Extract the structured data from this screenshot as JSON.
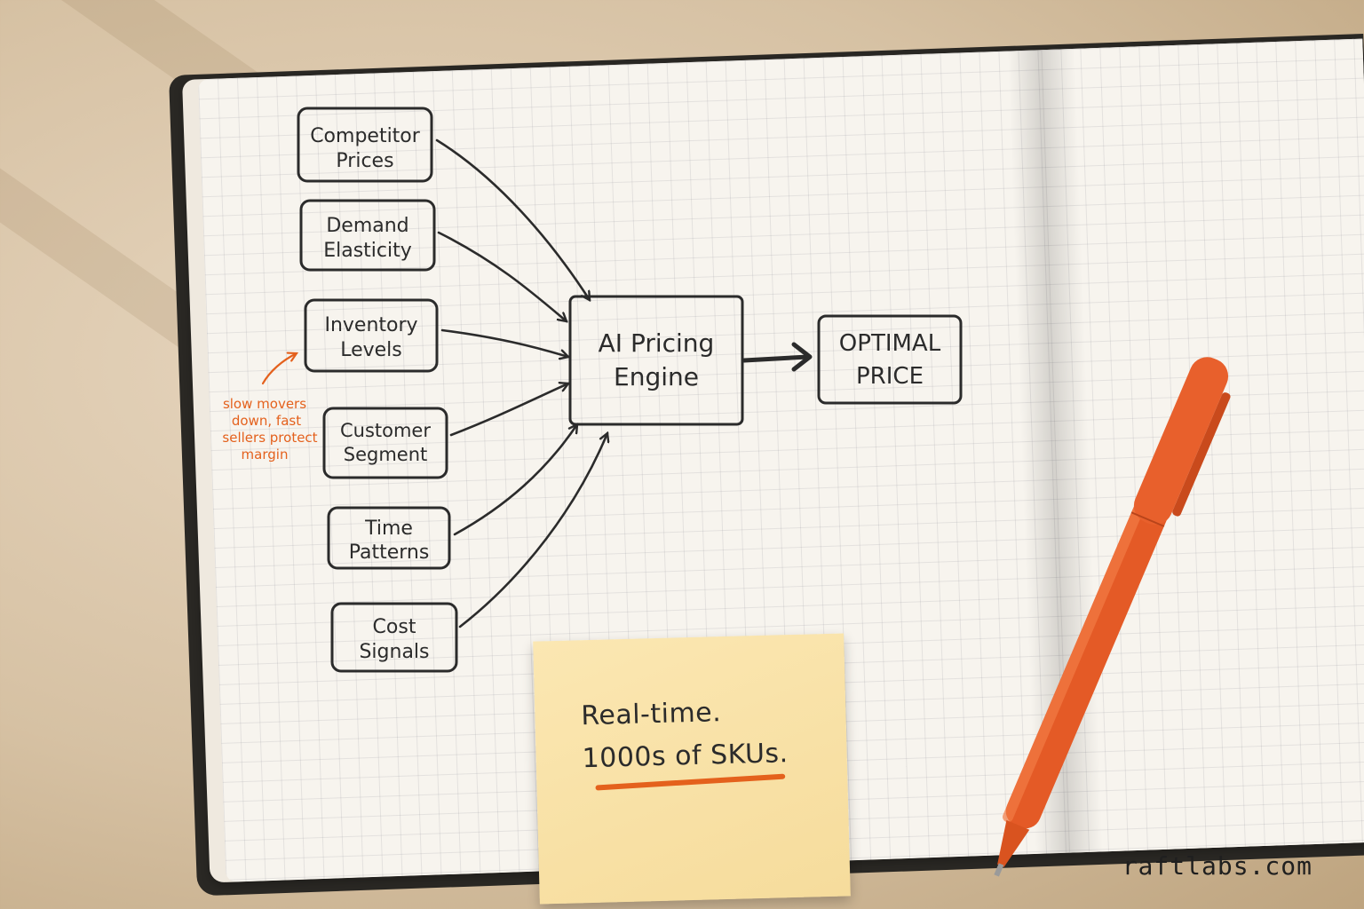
{
  "diagram": {
    "inputs": [
      {
        "line1": "Competitor",
        "line2": "Prices"
      },
      {
        "line1": "Demand",
        "line2": "Elasticity"
      },
      {
        "line1": "Inventory",
        "line2": "Levels"
      },
      {
        "line1": "Customer",
        "line2": "Segment"
      },
      {
        "line1": "Time",
        "line2": "Patterns"
      },
      {
        "line1": "Cost",
        "line2": "Signals"
      }
    ],
    "engine": {
      "line1": "AI Pricing",
      "line2": "Engine"
    },
    "output": {
      "line1": "OPTIMAL",
      "line2": "PRICE"
    },
    "annotation": {
      "lines": [
        "slow movers",
        "down, fast",
        "sellers protect",
        "margin"
      ]
    }
  },
  "sticky_note": {
    "line1": "Real-time.",
    "line2": "1000s of SKUs."
  },
  "watermark": "raftlabs.com",
  "colors": {
    "accent": "#e4611d",
    "ink": "#2b2b2b",
    "sticky": "#f6dc9c",
    "pen": "#e45a26"
  }
}
